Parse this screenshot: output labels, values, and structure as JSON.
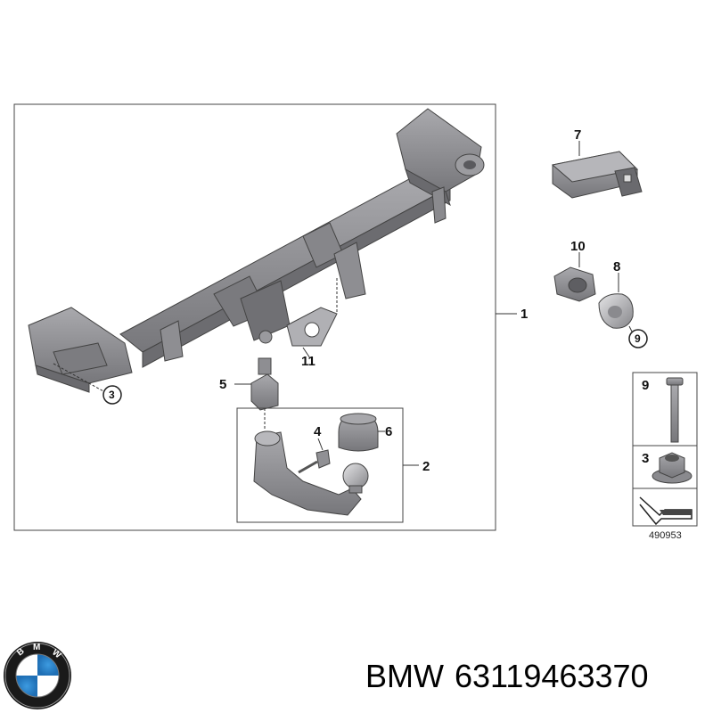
{
  "diagram": {
    "callouts": {
      "c1": "1",
      "c2": "2",
      "c3_circle": "3",
      "c4": "4",
      "c5": "5",
      "c6": "6",
      "c7": "7",
      "c8": "8",
      "c9_circle": "9",
      "c10": "10",
      "c11": "11"
    },
    "legend": {
      "item_top": "9",
      "item_bottom": "3"
    },
    "reference_number": "490953"
  },
  "caption": {
    "brand": "BMW",
    "part_number": "63119463370"
  },
  "colors": {
    "part_gray": "#8e8e92",
    "part_dark": "#5f5f63",
    "part_light": "#b4b4b8",
    "line": "#333333"
  }
}
